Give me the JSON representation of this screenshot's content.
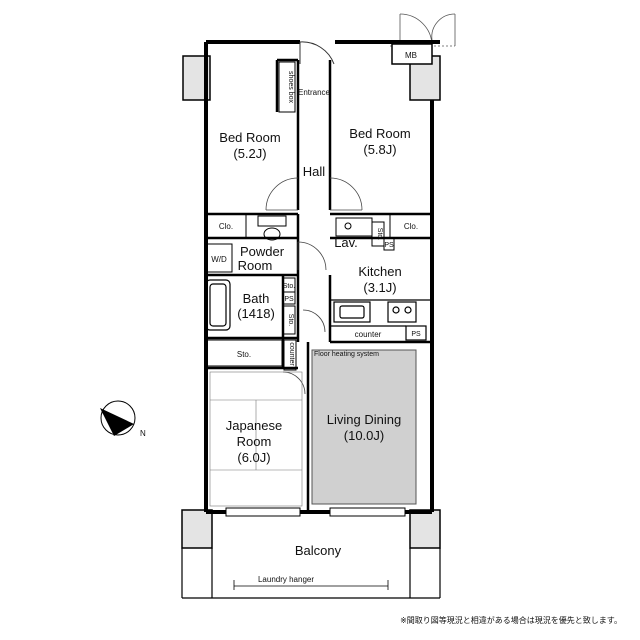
{
  "rooms": {
    "bedroom_left": {
      "name": "Bed Room",
      "size": "(5.2J)"
    },
    "bedroom_right": {
      "name": "Bed Room",
      "size": "(5.8J)"
    },
    "hall": "Hall",
    "entrance": "Entrance",
    "shoes_box": "shoes box",
    "mb": "MB",
    "clo_left": "Clo.",
    "clo_right": "Clo.",
    "powder_room": {
      "line1": "Powder",
      "line2": "Room"
    },
    "wd": "W/D",
    "lav": "Lav.",
    "sto_lav": "Sto.",
    "ps_lav": "PS",
    "kitchen": {
      "name": "Kitchen",
      "size": "(3.1J)"
    },
    "bath": {
      "name": "Bath",
      "size": "(1418)"
    },
    "sto_bath": "Sto.",
    "ps_bath": "PS",
    "sto_hall": "Sto.",
    "counter_kitchen": "counter",
    "ps_kitchen": "PS",
    "sto_wide": "Sto.",
    "counter_side": "counter",
    "floor_heating": "Floor heating system",
    "japanese_room": {
      "line1": "Japanese",
      "line2": "Room",
      "size": "(6.0J)"
    },
    "living_dining": {
      "name": "Living Dining",
      "size": "(10.0J)"
    },
    "balcony": "Balcony",
    "laundry_hanger": "Laundry hanger",
    "north": "N"
  },
  "note": "※間取り図等現況と相違がある場合は現況を優先と致します。",
  "colors": {
    "wall": "#000000",
    "pillar": "#e4e4e4",
    "heating": "#d0d0d0",
    "line": "#222222"
  }
}
